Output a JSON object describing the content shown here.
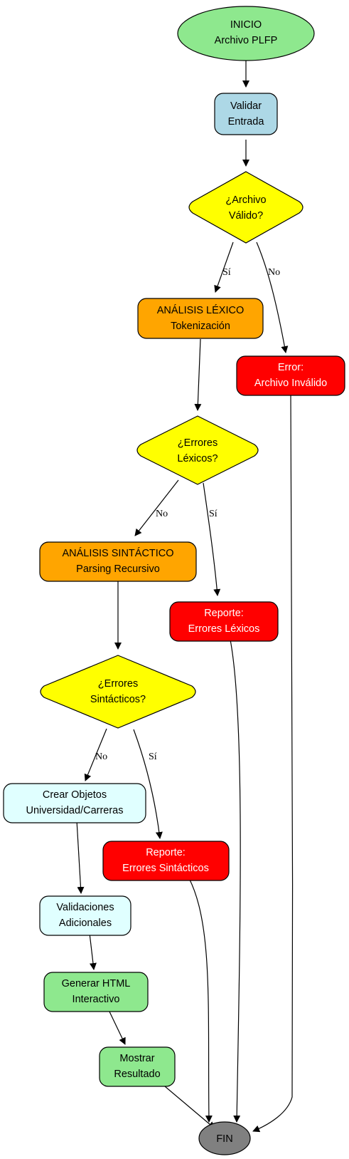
{
  "colors": {
    "start": "#8ee88e",
    "process": "#add8e6",
    "decision": "#ffff00",
    "analysis": "#ffa500",
    "error": "#ff0000",
    "light": "#e0ffff",
    "final": "#8ee88e",
    "end": "#808080"
  },
  "nodes": {
    "inicio": {
      "line1": "INICIO",
      "line2": "Archivo PLFP"
    },
    "validar": {
      "line1": "Validar",
      "line2": "Entrada"
    },
    "archivo_valido": {
      "line1": "¿Archivo",
      "line2": "Válido?"
    },
    "lexico": {
      "line1": "ANÁLISIS LÉXICO",
      "line2": "Tokenización"
    },
    "error_archivo": {
      "line1": "Error:",
      "line2": "Archivo Inválido"
    },
    "errores_lexicos": {
      "line1": "¿Errores",
      "line2": "Léxicos?"
    },
    "sintactico": {
      "line1": "ANÁLISIS SINTÁCTICO",
      "line2": "Parsing Recursivo"
    },
    "reporte_lexicos": {
      "line1": "Reporte:",
      "line2": "Errores Léxicos"
    },
    "errores_sintacticos": {
      "line1": "¿Errores",
      "line2": "Sintácticos?"
    },
    "crear_objetos": {
      "line1": "Crear Objetos",
      "line2": "Universidad/Carreras"
    },
    "reporte_sintacticos": {
      "line1": "Reporte:",
      "line2": "Errores Sintácticos"
    },
    "validaciones": {
      "line1": "Validaciones",
      "line2": "Adicionales"
    },
    "generar_html": {
      "line1": "Generar HTML",
      "line2": "Interactivo"
    },
    "mostrar": {
      "line1": "Mostrar",
      "line2": "Resultado"
    },
    "fin": {
      "label": "FIN"
    }
  },
  "edges": {
    "archivo_si": "Sí",
    "archivo_no": "No",
    "lexicos_no": "No",
    "lexicos_si": "Sí",
    "sintacticos_no": "No",
    "sintacticos_si": "Sí"
  }
}
